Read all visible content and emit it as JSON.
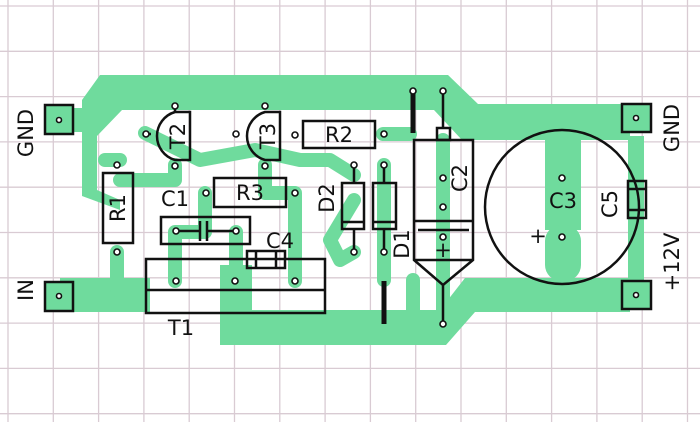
{
  "colors": {
    "trace": "#6fdb9d",
    "grid": "#d9cbd3",
    "outline": "#111111"
  },
  "terminals": {
    "gnd_left": "GND",
    "input": "IN",
    "gnd_right": "GND",
    "supply": "+12V"
  },
  "components": {
    "r1": "R1",
    "r2": "R2",
    "r3": "R3",
    "t1": "T1",
    "t2": "T2",
    "t3": "T3",
    "c1": "C1",
    "c2": "C2",
    "c3": "C3",
    "c4": "C4",
    "c5": "C5",
    "d1": "D1",
    "d2": "D2",
    "c2_polarity": "+",
    "c3_polarity": "+"
  }
}
